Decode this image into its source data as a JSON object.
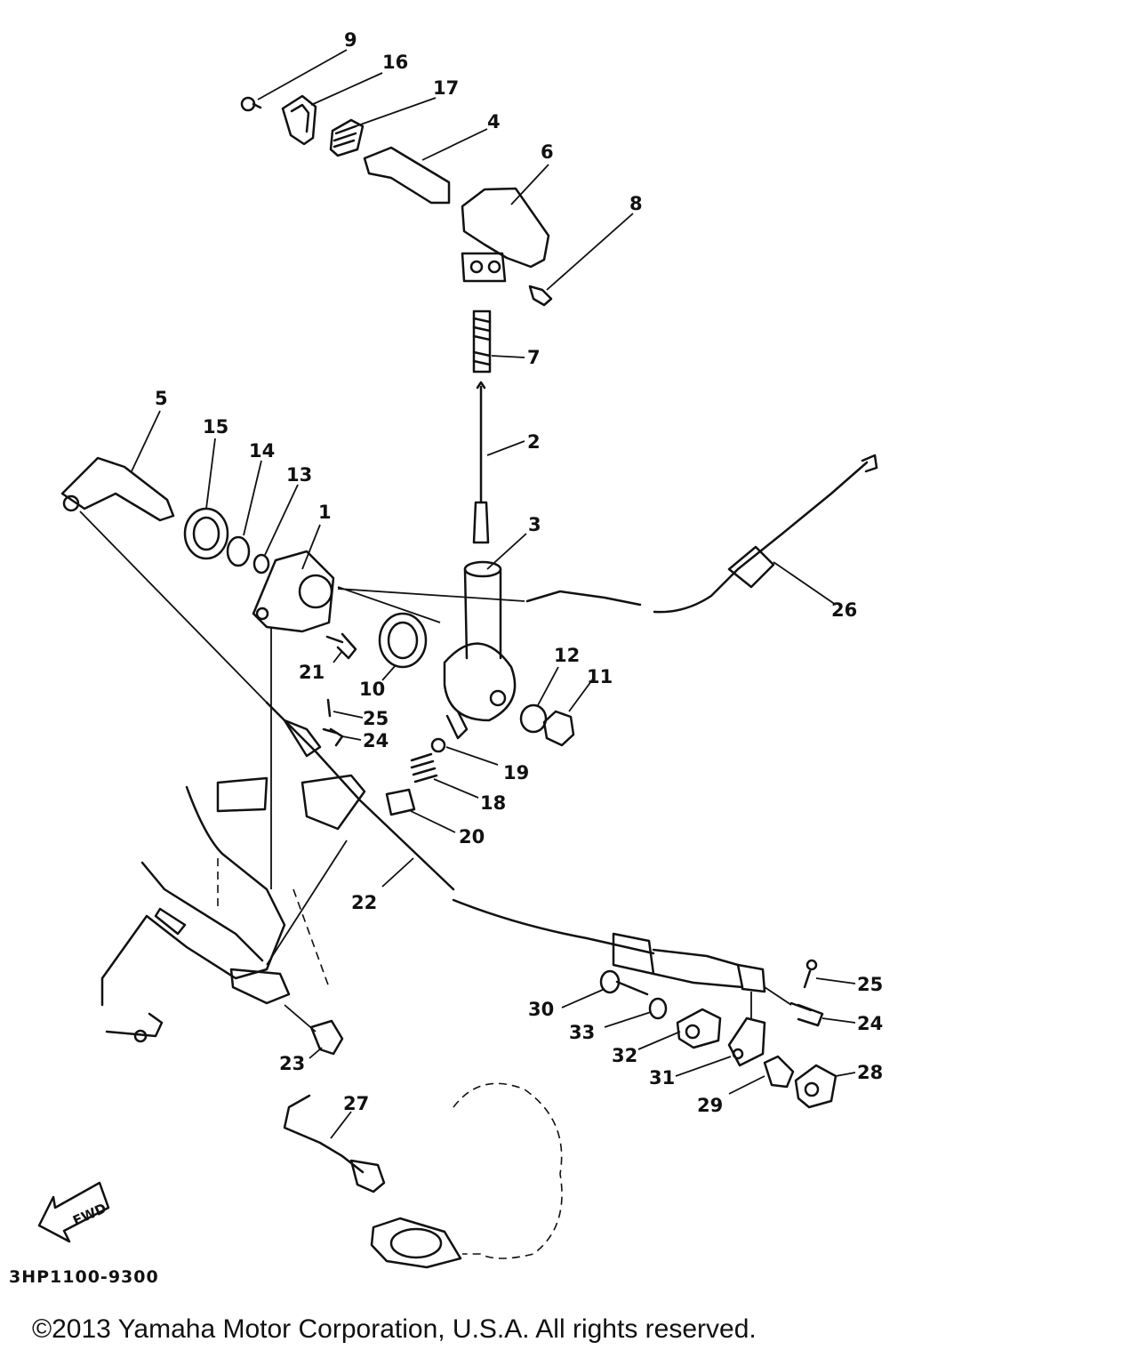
{
  "diagram": {
    "part_numbers": [
      "1",
      "2",
      "3",
      "4",
      "5",
      "6",
      "7",
      "8",
      "9",
      "10",
      "11",
      "12",
      "13",
      "14",
      "15",
      "16",
      "17",
      "18",
      "19",
      "20",
      "21",
      "22",
      "23",
      "24",
      "25",
      "26",
      "27",
      "28",
      "29",
      "30",
      "31",
      "32",
      "33"
    ],
    "fwd_label": "FWD",
    "drawing_code": "3HP1100-9300"
  },
  "footer": {
    "copyright": "©2013 Yamaha Motor Corporation, U.S.A. All rights reserved."
  }
}
